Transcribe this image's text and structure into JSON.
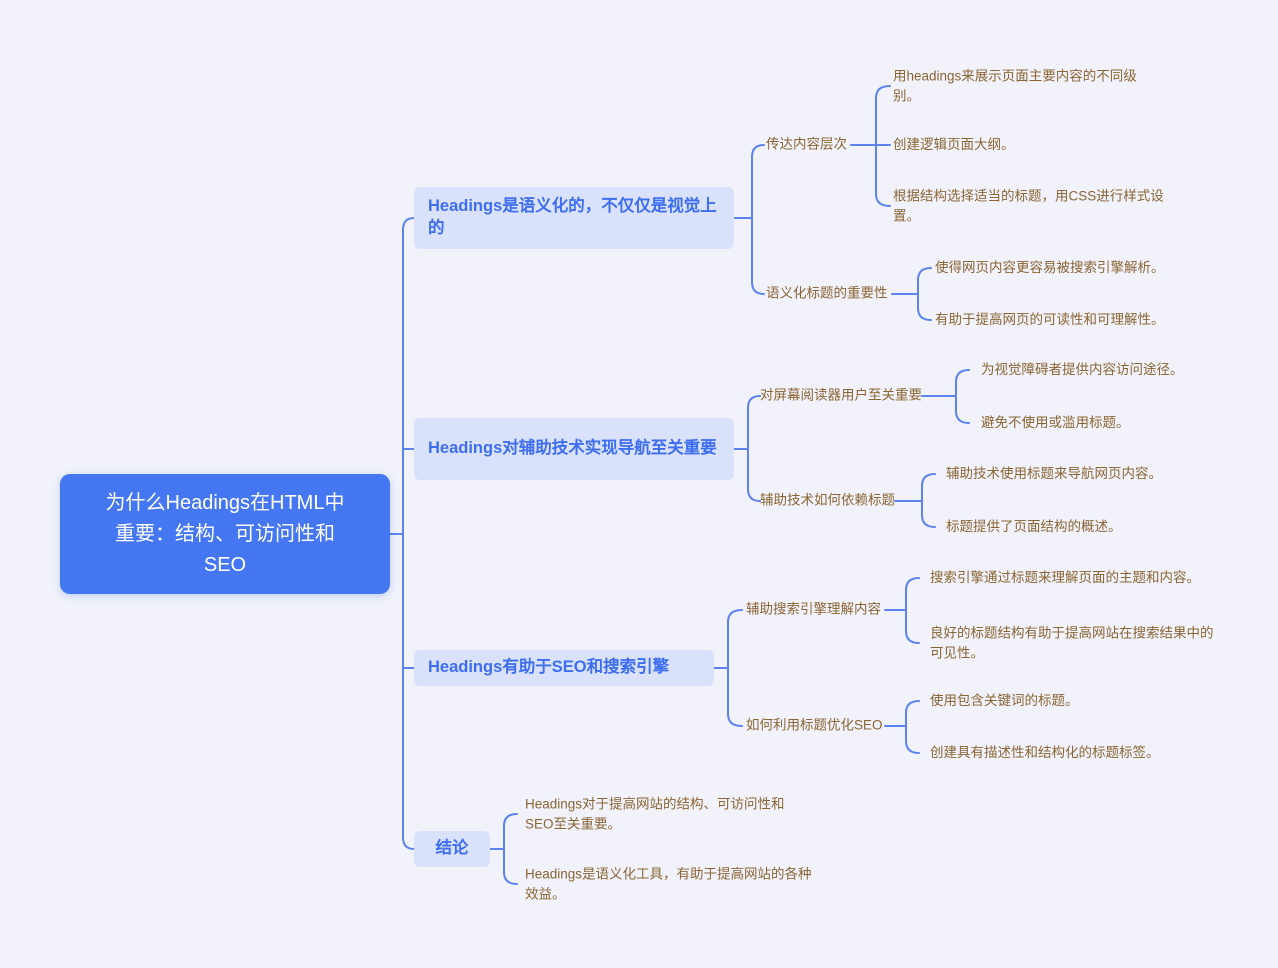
{
  "colors": {
    "background": "#f1f2fa",
    "root_bg": "#4577f2",
    "root_text": "#ffffff",
    "branch_bg": "#d9e2fa",
    "branch_text": "#3e6ef0",
    "node_text": "#8a6534",
    "line": "#5c83f0"
  },
  "root": {
    "label": "为什么Headings在HTML中重要：结构、可访问性和SEO"
  },
  "branches": [
    {
      "label": "Headings是语义化的，不仅仅是视觉上的",
      "children": [
        {
          "label": "传达内容层次",
          "items": [
            "用headings来展示页面主要内容的不同级别。",
            "创建逻辑页面大纲。",
            "根据结构选择适当的标题，用CSS进行样式设置。"
          ]
        },
        {
          "label": "语义化标题的重要性",
          "items": [
            "使得网页内容更容易被搜索引擎解析。",
            "有助于提高网页的可读性和可理解性。"
          ]
        }
      ]
    },
    {
      "label": "Headings对辅助技术实现导航至关重要",
      "children": [
        {
          "label": "对屏幕阅读器用户至关重要",
          "items": [
            "为视觉障碍者提供内容访问途径。",
            "避免不使用或滥用标题。"
          ]
        },
        {
          "label": "辅助技术如何依赖标题",
          "items": [
            "辅助技术使用标题来导航网页内容。",
            "标题提供了页面结构的概述。"
          ]
        }
      ]
    },
    {
      "label": "Headings有助于SEO和搜索引擎",
      "children": [
        {
          "label": "辅助搜索引擎理解内容",
          "items": [
            "搜索引擎通过标题来理解页面的主题和内容。",
            "良好的标题结构有助于提高网站在搜索结果中的可见性。"
          ]
        },
        {
          "label": "如何利用标题优化SEO",
          "items": [
            "使用包含关键词的标题。",
            "创建具有描述性和结构化的标题标签。"
          ]
        }
      ]
    },
    {
      "label": "结论",
      "items": [
        "Headings对于提高网站的结构、可访问性和SEO至关重要。",
        "Headings是语义化工具，有助于提高网站的各种效益。"
      ]
    }
  ]
}
